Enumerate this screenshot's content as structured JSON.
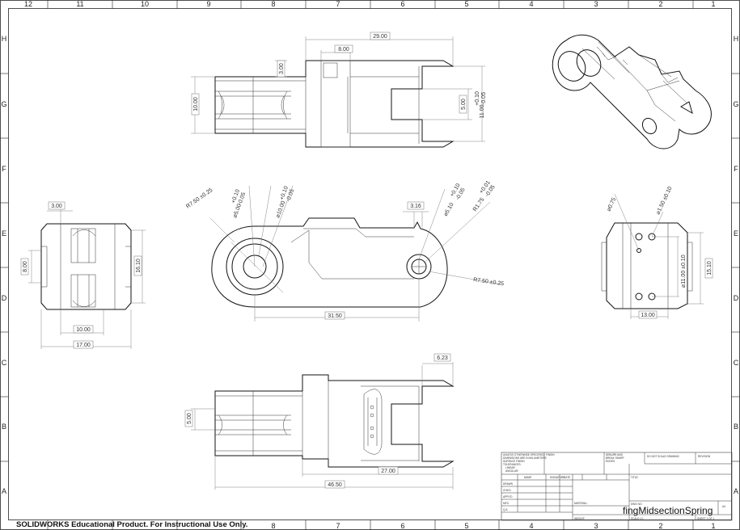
{
  "sheet": {
    "col_labels": [
      "12",
      "11",
      "10",
      "9",
      "8",
      "7",
      "6",
      "5",
      "4",
      "3",
      "2",
      "1"
    ],
    "row_labels": [
      "H",
      "G",
      "F",
      "E",
      "D",
      "C",
      "B",
      "A"
    ]
  },
  "dimensions": {
    "top_view": {
      "overall": "29.00",
      "slot": "8.00",
      "step": "3.00",
      "height": "10.00",
      "pin": "5.00",
      "opening": "11.00",
      "tol_plus": "+0.10",
      "tol_minus": "-0.05"
    },
    "front_view": {
      "radius_left": "R7.50 ±0.25",
      "bore_small": "⌀5.00",
      "bore_small_tol_plus": "+0.10",
      "bore_small_tol_minus": "-0.05",
      "bore_large": "⌀10.00",
      "bore_large_tol_plus": "+0.10",
      "bore_large_tol_minus": "-0.05",
      "offset": "3.16",
      "pin_hole": "⌀5.10",
      "pin_hole_tol_plus": "+0.10",
      "pin_hole_tol_minus": "-0.05",
      "radius_small": "R1.75",
      "radius_small_tol_plus": "+0.01",
      "radius_small_tol_minus": "-0.05",
      "radius_right": "R7.50 ±0.25",
      "length": "31.50"
    },
    "left_view": {
      "top": "3.00",
      "inner": "8.00",
      "height": "16.10",
      "gap": "10.00",
      "width": "17.00"
    },
    "right_view": {
      "hole": "⌀0.75",
      "bore": "⌀1.50 ±0.10",
      "span": "⌀11.00 ±0.10",
      "height": "15.10",
      "width": "13.00"
    },
    "bottom_view": {
      "tip": "6.23",
      "pin": "5.00",
      "inner": "27.00",
      "overall": "46.50"
    }
  },
  "title_block": {
    "notes": [
      "UNLESS OTHERWISE SPECIFIED:",
      "DIMENSIONS ARE IN MILLIMETERS",
      "SURFACE FINISH:",
      "TOLERANCES:",
      "LINEAR:",
      "ANGULAR:"
    ],
    "finish_label": "FINISH:",
    "deburr": [
      "DEBURR AND",
      "BREAK SHARP",
      "EDGES"
    ],
    "do_not_scale": "DO NOT SCALE DRAWING",
    "revision_label": "REVISION",
    "headers": [
      "NAME",
      "SIGNATURE",
      "DATE"
    ],
    "rows": [
      "DRAWN",
      "CHK'D",
      "APPV'D",
      "MFG",
      "Q.A"
    ],
    "title_label": "TITLE:",
    "material_label": "MATERIAL:",
    "dwg_label": "DWG NO.",
    "drawing_name": "fingMidsectionSpring",
    "size": "A4",
    "weight_label": "WEIGHT:",
    "scale": "SCALE:1:1",
    "sheet": "SHEET 1 OF 1"
  },
  "footer": {
    "text": "SOLIDWORKS Educational Product. For Instructional Use Only."
  }
}
